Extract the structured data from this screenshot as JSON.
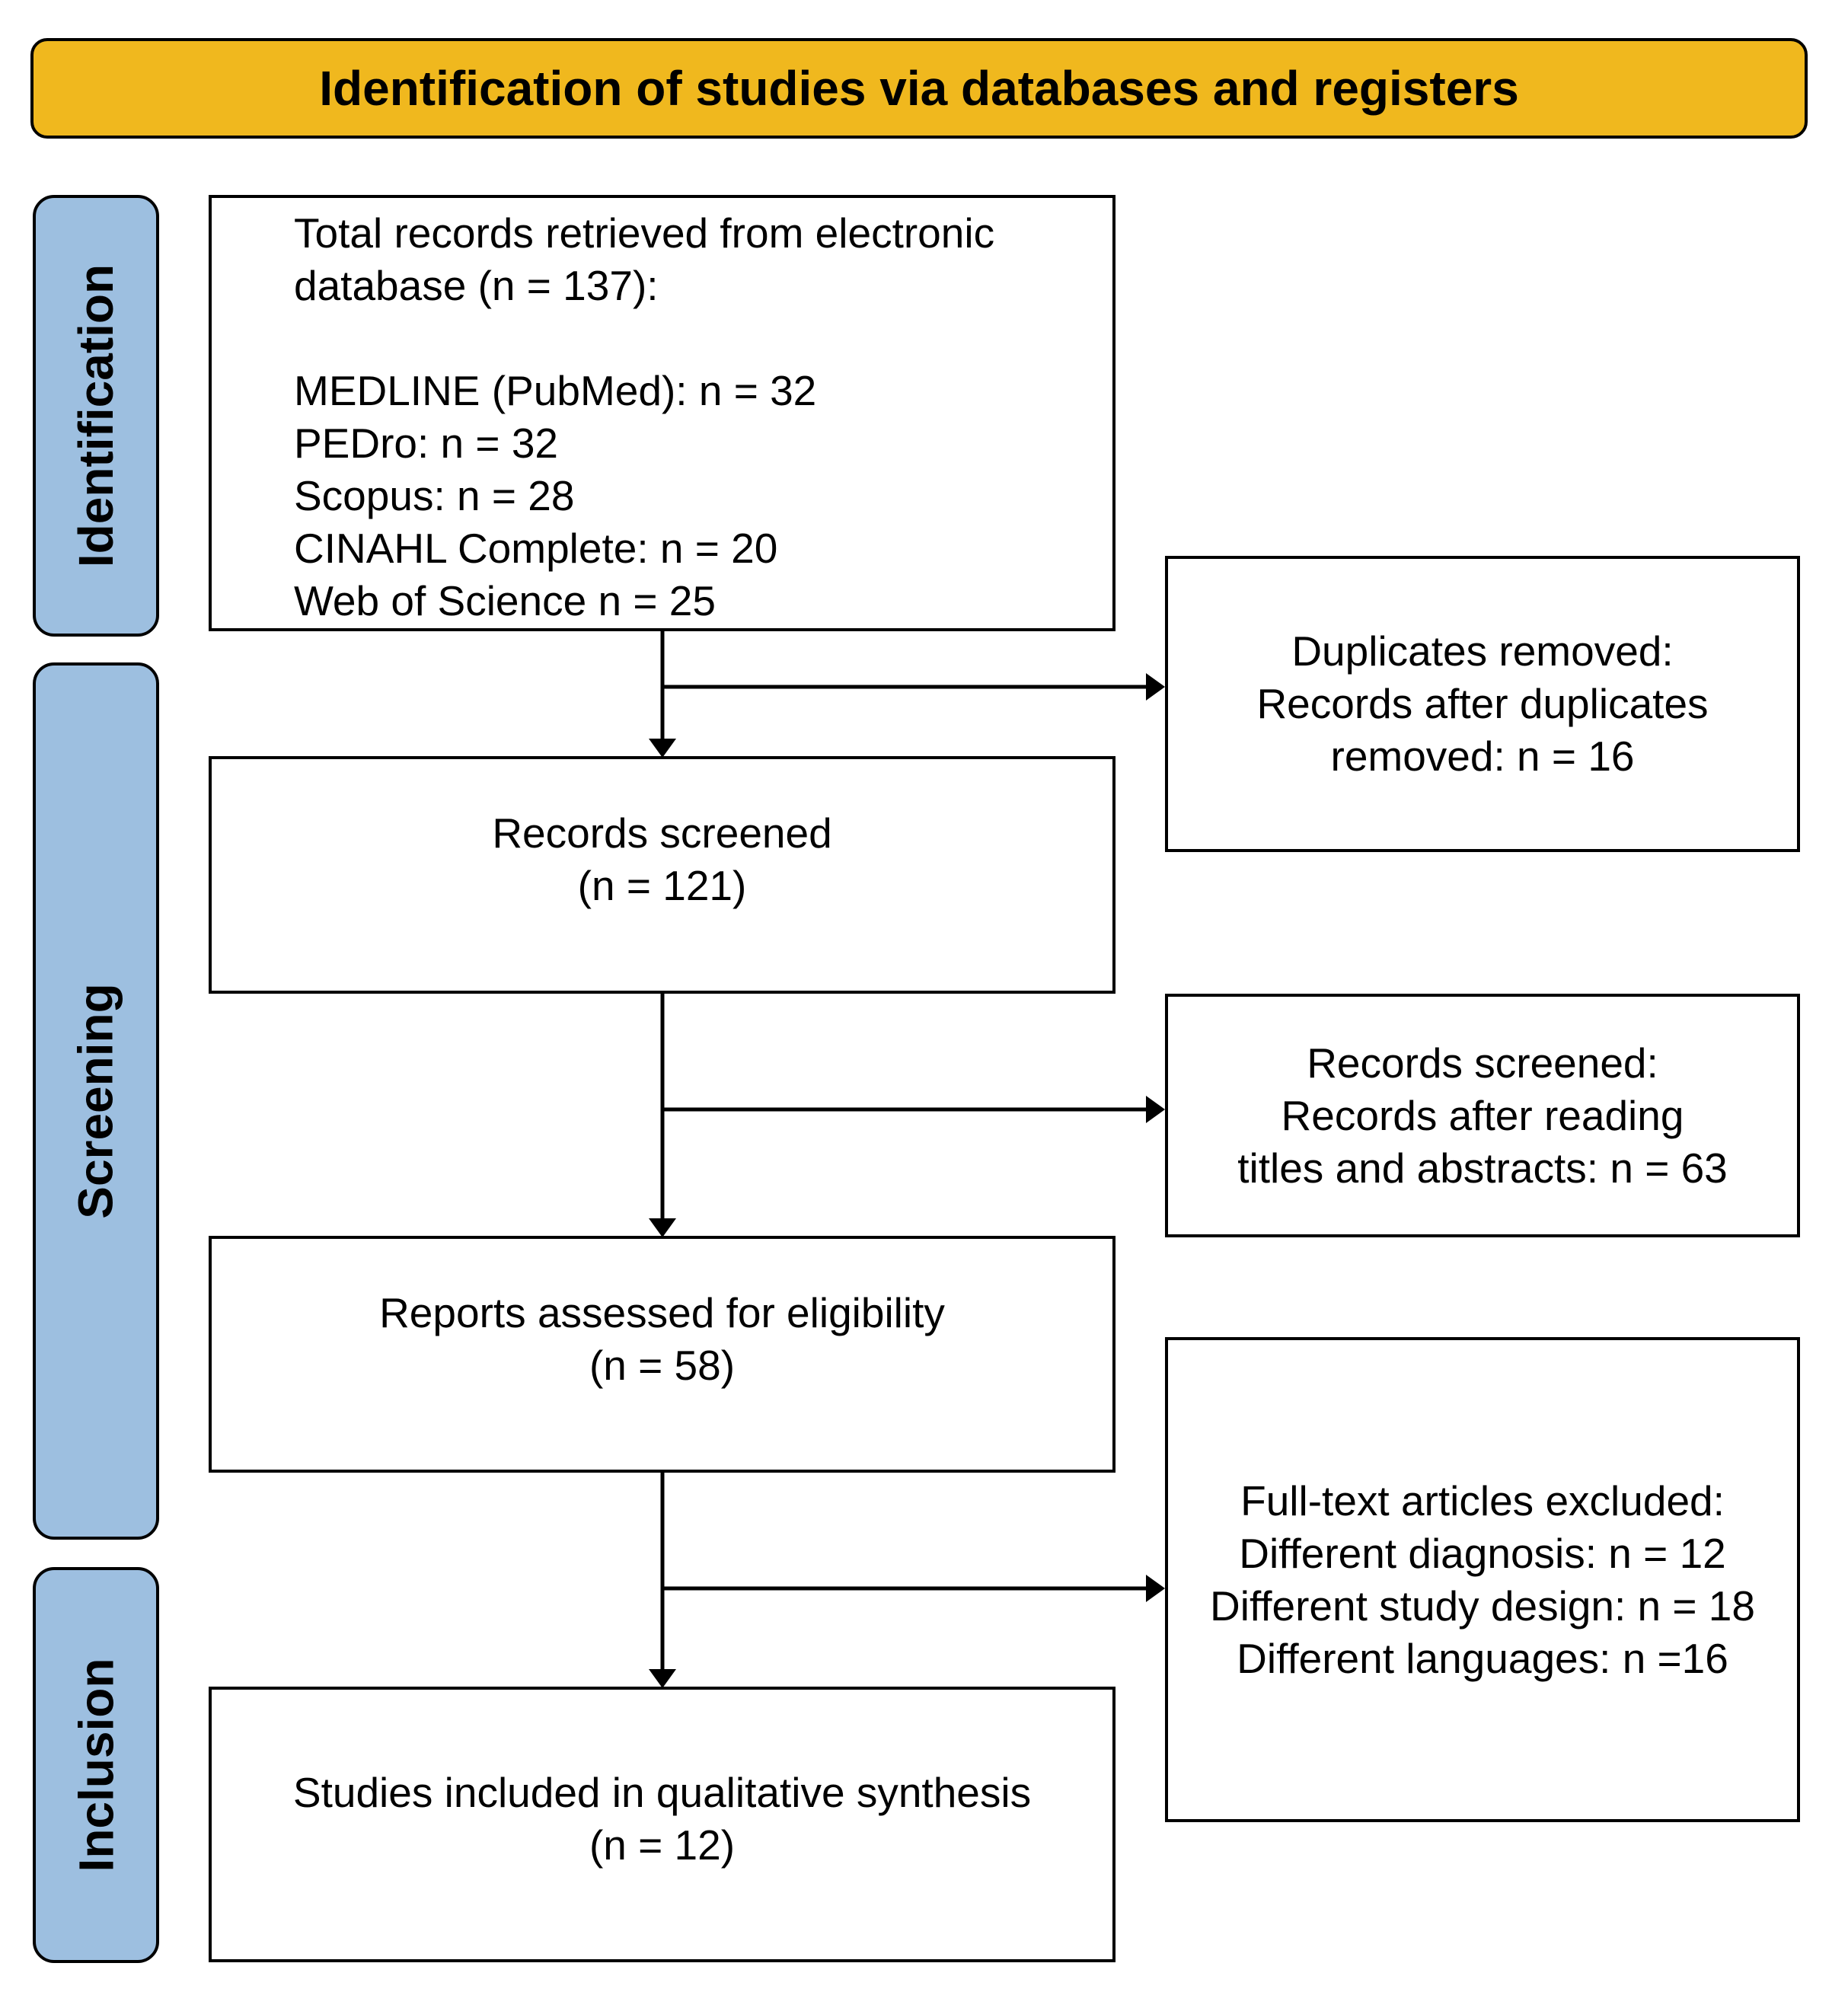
{
  "header": {
    "title": "Identification of studies via databases and registers"
  },
  "phases": {
    "identification": "Identification",
    "screening": "Screening",
    "inclusion": "Inclusion"
  },
  "boxes": {
    "total_records": {
      "lines": [
        "Total records retrieved from electronic",
        "database (n = 137):",
        "",
        "MEDLINE (PubMed): n = 32",
        "PEDro: n = 32",
        "Scopus: n = 28",
        "CINAHL Complete: n = 20",
        "Web of Science n = 25"
      ]
    },
    "duplicates": {
      "lines": [
        "Duplicates removed:",
        "Records after duplicates",
        "removed: n = 16"
      ]
    },
    "records_screened": {
      "lines": [
        "Records screened",
        "(n = 121)"
      ]
    },
    "records_screened_excluded": {
      "lines": [
        "Records screened:",
        "Records after reading",
        "titles and abstracts: n = 63"
      ]
    },
    "eligibility": {
      "lines": [
        "Reports assessed for eligibility",
        "(n = 58)"
      ]
    },
    "fulltext_excluded": {
      "lines": [
        "Full-text articles excluded:",
        "Different diagnosis: n = 12",
        "Different study design: n = 18",
        "Different languages: n =16"
      ]
    },
    "included": {
      "lines": [
        "Studies included in qualitative synthesis",
        "(n = 12)"
      ]
    }
  }
}
